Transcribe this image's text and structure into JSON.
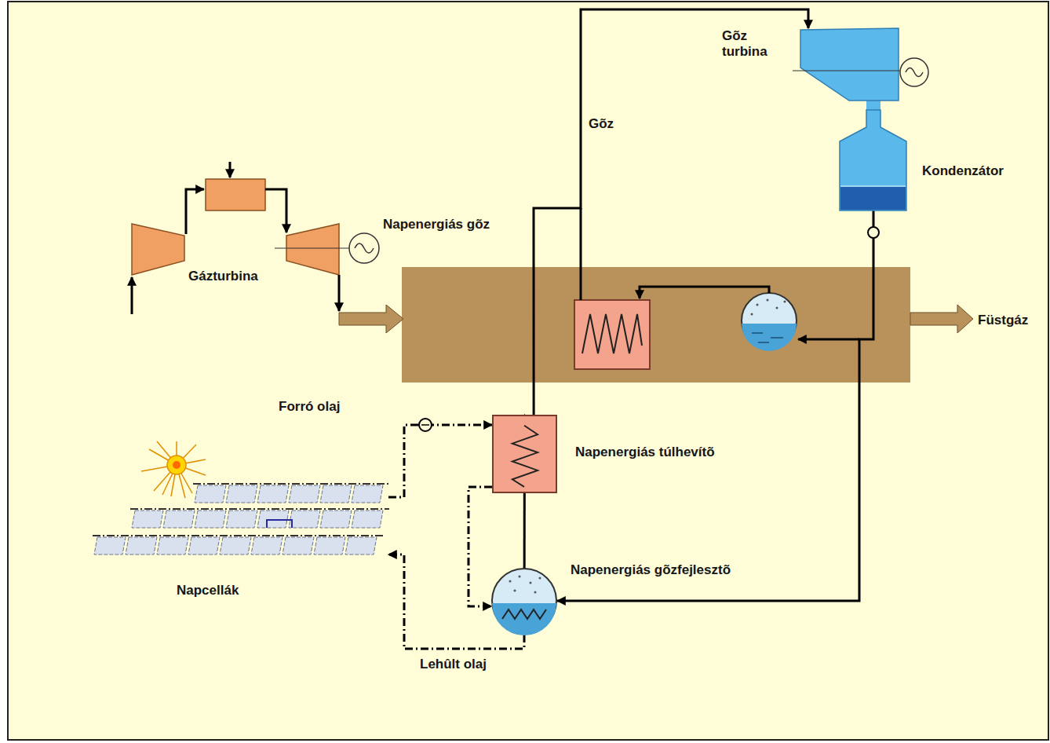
{
  "diagram": {
    "nodes": [
      {
        "text": [
          "Gázturbina"
        ]
      },
      {
        "text": [
          "Gõz turbina"
        ]
      },
      {
        "text": [
          "Kondenzátor"
        ]
      },
      {
        "text": [
          "Napenergiás túlhevítõ"
        ]
      },
      {
        "text": [
          "Napenergiás gõzfejlesztõ"
        ]
      },
      {
        "text": [
          "Napcellák"
        ]
      }
    ],
    "edges": [
      {
        "from": 2,
        "to": 4,
        "arrow": "to"
      },
      {
        "from": 4,
        "to": 3,
        "arrow": "to"
      },
      {
        "from": 5,
        "to": 3,
        "arrow": "to"
      },
      {
        "from": 3,
        "to": 4,
        "arrow": "to"
      },
      {
        "from": 4,
        "to": 5,
        "arrow": "to"
      },
      {
        "from": 3,
        "to": 1,
        "arrow": "to"
      },
      {
        "from": 1,
        "to": 2,
        "arrow": "none"
      }
    ],
    "labels": [
      "Gõz",
      "Napenergiás gõz",
      "Forró olaj",
      "Lehûlt olaj",
      "Füstgáz"
    ]
  }
}
